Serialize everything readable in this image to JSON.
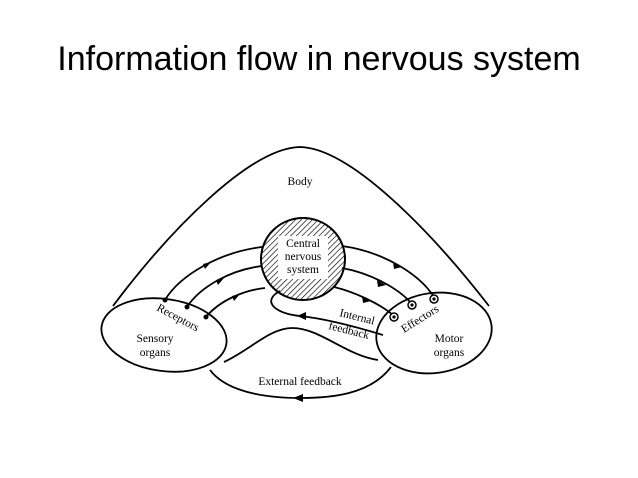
{
  "slide": {
    "title": "Information flow in nervous system"
  },
  "diagram": {
    "body_label": "Body",
    "cns_label": [
      "Central",
      "nervous",
      "system"
    ],
    "receptors_label": "Receptors",
    "sensory_label": [
      "Sensory",
      "organs"
    ],
    "internal_feedback_label": [
      "Internal",
      "feedback"
    ],
    "effectors_label": "Effectors",
    "motor_label": [
      "Motor",
      "organs"
    ],
    "external_feedback_label": "External feedback"
  }
}
